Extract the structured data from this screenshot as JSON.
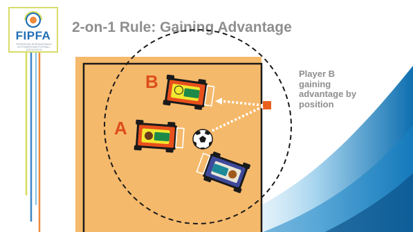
{
  "slide": {
    "title": "2-on-1 Rule: Gaining Advantage",
    "logo": {
      "text": "FIPFA",
      "subtext": "FEDERATION INTERNATIONALE DE POWERCHAIR FOOTBALL ASSOCIATION"
    },
    "annotation": "Player B\ngaining\nadvantage by\nposition"
  },
  "diagram": {
    "players": [
      {
        "label": "A",
        "chair_color": "#e8501c",
        "seat_color": "#f2e830"
      },
      {
        "label": "B",
        "chair_color": "#e8501c",
        "seat_color": "#f2e830"
      },
      {
        "label": "",
        "chair_color": "#3f4a9c",
        "seat_color": "#f2e830"
      }
    ],
    "colors": {
      "court": "#f5b96b",
      "court_line": "#1a1a1a",
      "marker": "#e8601c",
      "ball": "#ffffff",
      "arrow": "#ffffff"
    }
  }
}
